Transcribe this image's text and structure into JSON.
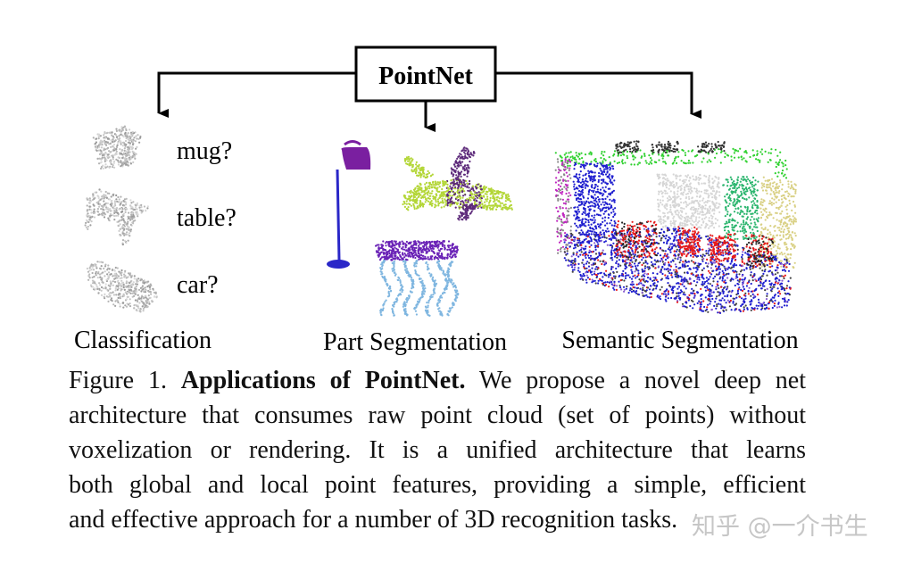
{
  "diagram": {
    "root_label": "PointNet",
    "branch_labels": [
      "Classification",
      "Part Segmentation",
      "Semantic Segmentation"
    ],
    "class_labels": [
      "mug?",
      "table?",
      "car?"
    ],
    "colors": {
      "lamp": "#7a1fa0",
      "lamp_base": "#2a27c8",
      "airplane_body": "#b3d637",
      "airplane_parts": "#5d2a7a",
      "table_top": "#6a22b6",
      "table_legs": "#7fb6e0",
      "room_floor": "#1f1fcf",
      "room_ceiling": "#2fd12f",
      "room_chairs": "#e81b1b",
      "room_board": "#2bb56e",
      "room_wall": "#d6d6d6",
      "room_pillar": "#d9d084"
    }
  },
  "caption": {
    "lines": [
      [
        {
          "t": "Figure 1. ",
          "b": false
        },
        {
          "t": "Applications of PointNet.",
          "b": true
        },
        {
          "t": " We propose a novel deep net",
          "b": false
        }
      ],
      [
        {
          "t": "architecture that consumes raw point cloud (set of points) without",
          "b": false
        }
      ],
      [
        {
          "t": "voxelization or rendering.  It is a unified architecture that learns",
          "b": false
        }
      ],
      [
        {
          "t": "both global and local point features, providing a simple, efficient",
          "b": false
        }
      ],
      [
        {
          "t": "and effective approach for a number of 3D recognition tasks.",
          "b": false
        }
      ]
    ]
  },
  "watermark": "知乎 @一介书生"
}
